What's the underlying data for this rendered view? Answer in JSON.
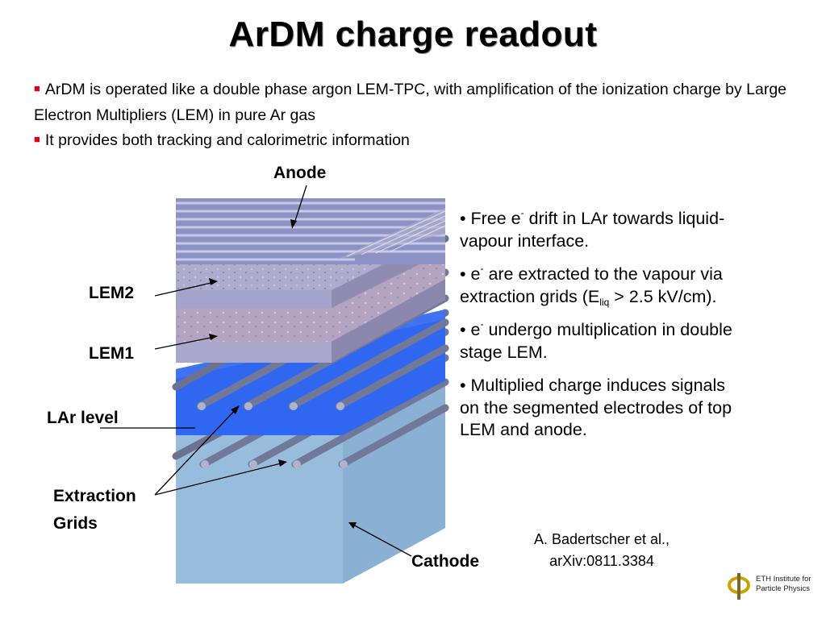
{
  "title": "ArDM charge readout",
  "intro": {
    "bullet1": "ArDM is operated like a double phase argon LEM-TPC, with amplification of the ionization charge by Large Electron Multipliers (LEM) in pure Ar gas",
    "bullet2": "It provides both tracking and calorimetric information"
  },
  "labels": {
    "anode": "Anode",
    "lem2": "LEM2",
    "lem1": "LEM1",
    "lar_level": "LAr level",
    "extraction_grids_1": "Extraction",
    "extraction_grids_2": "Grids",
    "cathode": "Cathode"
  },
  "notes": {
    "n1_a": "• Free e",
    "n1_sup": "-",
    "n1_b": " drift in LAr towards liquid-vapour interface.",
    "n2_a": "• e",
    "n2_sup": "-",
    "n2_b": " are extracted to the vapour via extraction grids (E",
    "n2_sub": "liq",
    "n2_c": " > 2.5 kV/cm).",
    "n3_a": "• e",
    "n3_sup": "-",
    "n3_b": " undergo multiplication in double stage LEM.",
    "n4": "• Multiplied charge induces signals on the segmented electrodes of top LEM and anode."
  },
  "reference": {
    "line1": "A. Badertscher et al.,",
    "line2": "arXiv:0811.3384"
  },
  "logo": {
    "line1": "ETH Institute for",
    "line2": "Particle Physics",
    "icon": "phi-logo-icon"
  },
  "colors": {
    "bullet": "#e0001b",
    "lar": "#2f67f0",
    "cathode": "#98bcdc",
    "lem": "#a7a3c6",
    "anode": "#8d92c4",
    "logo": "#c9a300"
  }
}
